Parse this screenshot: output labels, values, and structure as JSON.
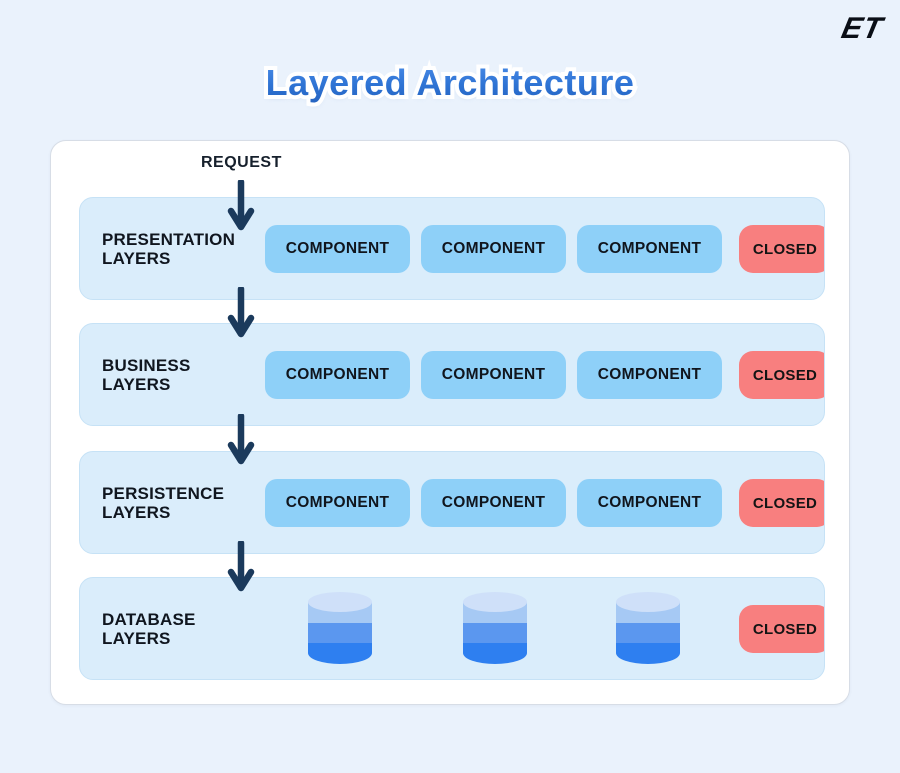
{
  "brand": {
    "logo_text": "ET"
  },
  "header": {
    "title": "Layered Architecture"
  },
  "request_label": "REQUEST",
  "layers": [
    {
      "line1": "PRESENTATION",
      "line2": "LAYERS",
      "items": [
        "COMPONENT",
        "COMPONENT",
        "COMPONENT"
      ],
      "closed_label": "CLOSED"
    },
    {
      "line1": "BUSINESS",
      "line2": "LAYERS",
      "items": [
        "COMPONENT",
        "COMPONENT",
        "COMPONENT"
      ],
      "closed_label": "CLOSED"
    },
    {
      "line1": "PERSISTENCE",
      "line2": "LAYERS",
      "items": [
        "COMPONENT",
        "COMPONENT",
        "COMPONENT"
      ],
      "closed_label": "CLOSED"
    },
    {
      "line1": "DATABASE",
      "line2": "LAYERS",
      "database_icons": 3,
      "closed_label": "CLOSED"
    }
  ],
  "colors": {
    "page_bg": "#eaf2fc",
    "card_bg": "#ffffff",
    "card_border": "#d7dde6",
    "row_bg": "#daedfb",
    "row_border": "#c6e2f6",
    "component_bg": "#8ed0f8",
    "closed_bg": "#f87f7f",
    "arrow": "#1b3a5c",
    "title_gradient_top": "#4a8ce8",
    "title_gradient_bottom": "#2563c0",
    "db_lid": "#cfe0f9",
    "db_band_light": "#a6c9f4",
    "db_band_mid": "#5b97ef",
    "db_band_dark": "#2e7ff0",
    "text_dark": "#10161f"
  }
}
